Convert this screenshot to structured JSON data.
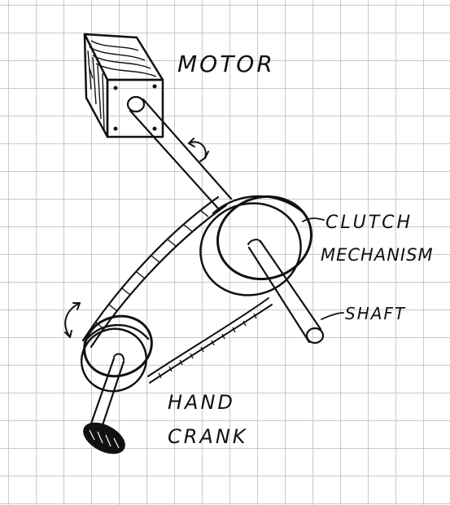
{
  "labels": {
    "motor": "MOTOR",
    "clutch_line1": "CLUTCH",
    "clutch_line2": "MECHANISM",
    "shaft": "SHAFT",
    "hand_line1": "HAND",
    "hand_line2": "CRANK"
  },
  "colors": {
    "ink": "#111111",
    "grid": "#c9c9c9",
    "paper": "#ffffff"
  }
}
